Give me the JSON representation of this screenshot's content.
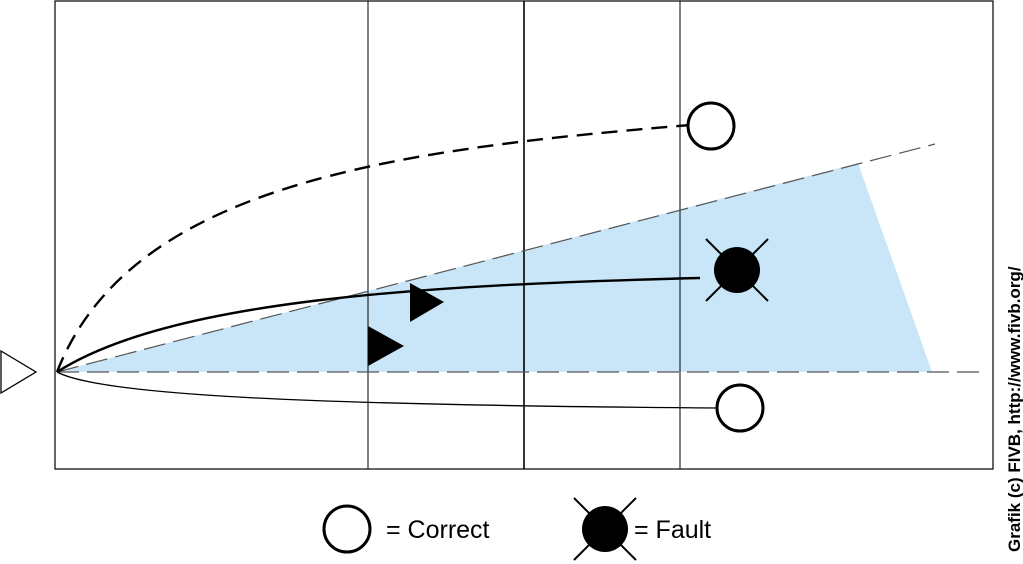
{
  "colors": {
    "zone_fill": "#c9e6f8",
    "stroke": "#000000",
    "background": "#ffffff",
    "guide_line": "#555555"
  },
  "legend": {
    "correct_label": "= Correct",
    "fault_label": "= Fault",
    "correct_icon": "open-circle-icon",
    "fault_icon": "crossed-filled-circle-icon"
  },
  "credit": {
    "text": "Grafik (c) FIVB, http://www.fivb.org/"
  }
}
